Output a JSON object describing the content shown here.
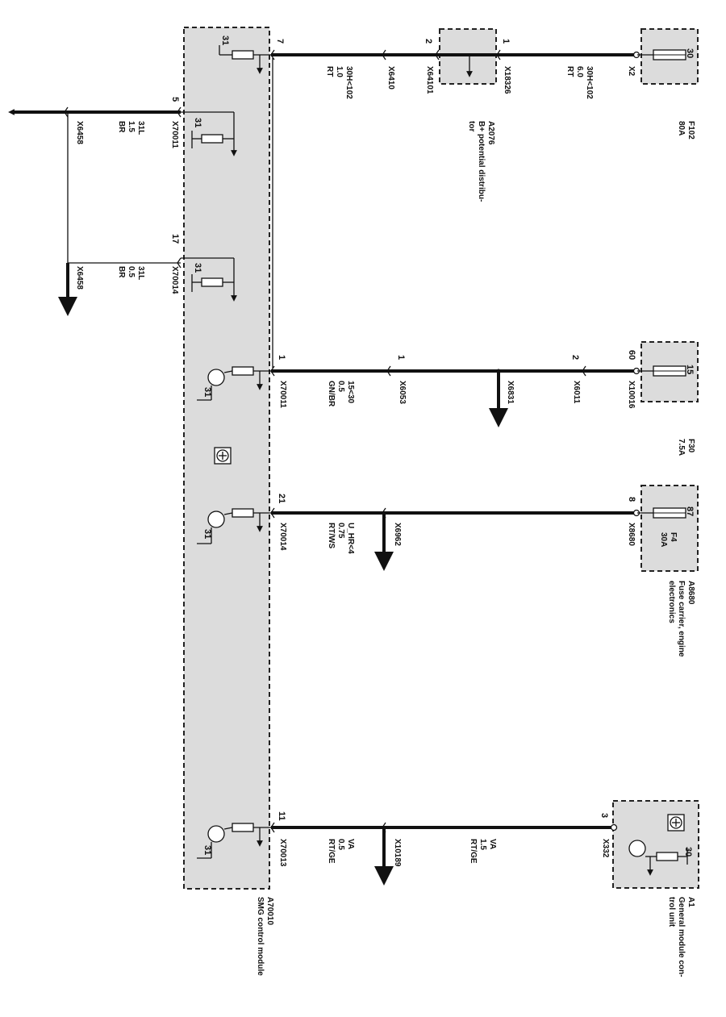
{
  "components": {
    "smg_module": {
      "id": "A70010",
      "name": "SMG control module"
    },
    "distributor": {
      "id": "A2076",
      "name_line1": "B+ potential distribu-",
      "name_line2": "tor"
    },
    "f102": {
      "id": "F102",
      "rating": "80A",
      "terminal": "30"
    },
    "f30": {
      "id": "F30",
      "rating": "7.5A",
      "terminal": "15"
    },
    "fuse_carrier": {
      "id": "A8680",
      "name_line1": "Fuse carrier, engine",
      "name_line2": "electronics",
      "fuse_id": "F4",
      "rating": "30A",
      "terminal": "87"
    },
    "gm": {
      "id": "A1",
      "name_line1": "General module con-",
      "name_line2": "trol unit",
      "terminal": "30"
    }
  },
  "circuits": [
    {
      "pin": "7",
      "wire_line1": "30H<102",
      "wire_line2": "1.0",
      "wire_line3": "RT",
      "ground": "31"
    },
    {
      "pin": "5",
      "connector": "X70011",
      "wire_line1": "31L",
      "wire_line2": "1.5",
      "wire_line3": "BR",
      "ground": "31"
    },
    {
      "pin": "17",
      "connector": "X70014",
      "wire_line1": "31L",
      "wire_line2": "0.5",
      "wire_line3": "BR",
      "ground": "31"
    },
    {
      "pin": "1",
      "connector": "X70011",
      "wire_line1": "15<30",
      "wire_line2": "0.5",
      "wire_line3": "GN/BR",
      "ground": "31"
    },
    {
      "pin": "21",
      "connector": "X70014",
      "wire_line1": "U_HR<4",
      "wire_line2": "0.75",
      "wire_line3": "RT/WS",
      "ground": "31"
    },
    {
      "pin": "11",
      "connector": "X70013",
      "wire_line1": "VA",
      "wire_line2": "0.5",
      "wire_line3": "RT/GE",
      "ground": "31"
    }
  ],
  "junctions": {
    "x6410": "X6410",
    "x64101": {
      "id": "X64101",
      "pin": "2"
    },
    "x18326": {
      "id": "X18326",
      "pin": "1"
    },
    "f102_wire_line1": "30H<102",
    "f102_wire_line2": "6.0",
    "f102_wire_line3": "RT",
    "x2": "X2",
    "x6458_a": "X6458",
    "x6458_b": "X6458",
    "x6053": {
      "id": "X6053",
      "pin": "1"
    },
    "x6831": "X6831",
    "x6011": {
      "id": "X6011",
      "pin": "2"
    },
    "x10016": {
      "id": "X10016",
      "pin": "60"
    },
    "x6962": "X6962",
    "x8680": {
      "id": "X8680",
      "pin": "8"
    },
    "x10189": "X10189",
    "gm_wire_line1": "VA",
    "gm_wire_line2": "1.5",
    "gm_wire_line3": "RT/GE",
    "x332": {
      "id": "X332",
      "pin": "3"
    }
  }
}
